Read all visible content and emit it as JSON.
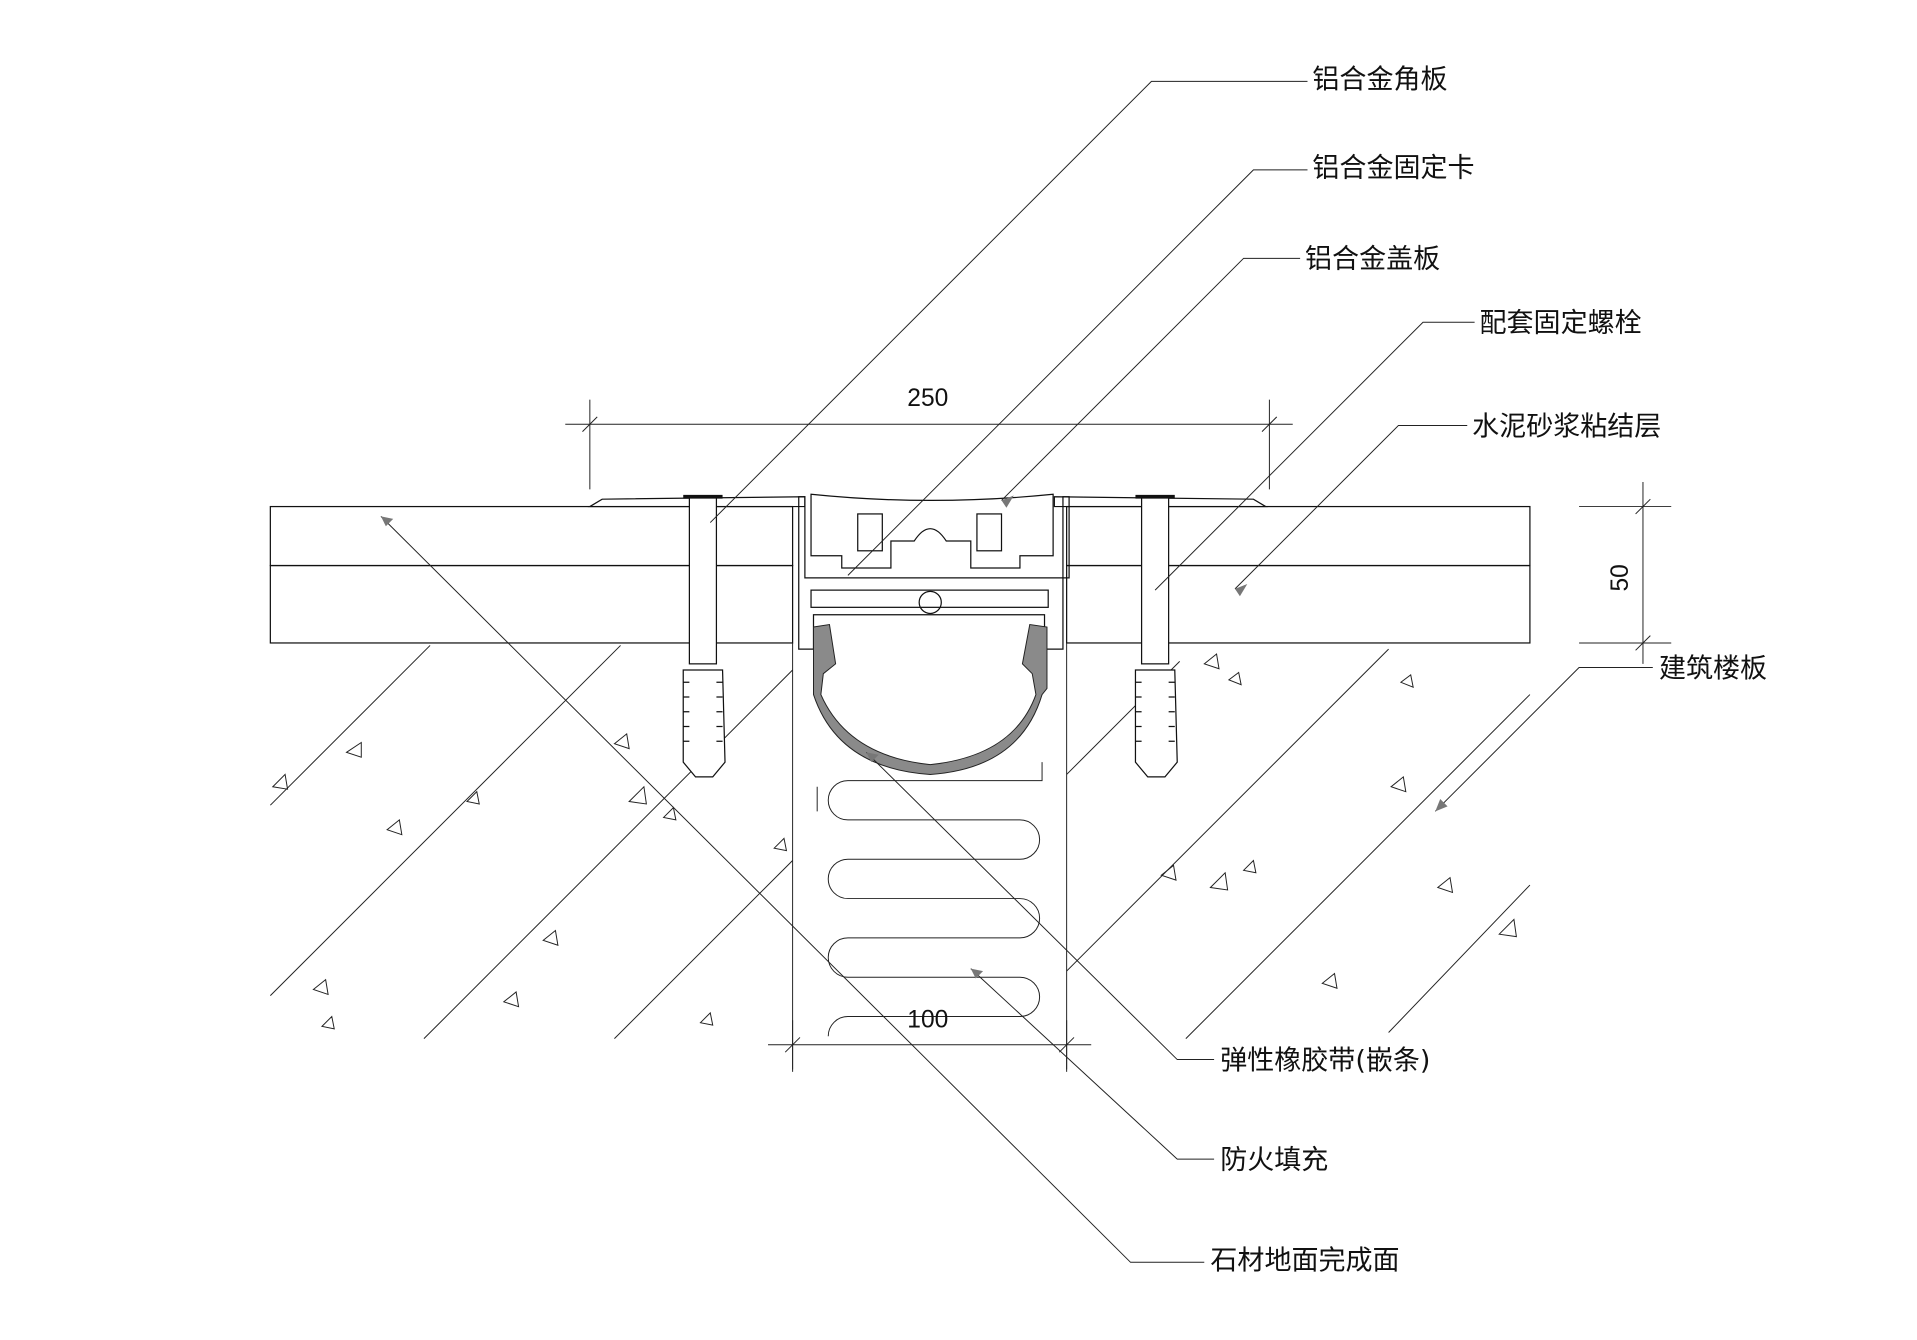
{
  "title": "变形缝节点详图",
  "labels": {
    "aluminum_angle_plate": "铝合金角板",
    "aluminum_fixing_clip": "铝合金固定卡",
    "aluminum_cover_plate": "铝合金盖板",
    "matching_fixing_bolt": "配套固定螺栓",
    "cement_mortar_bonding_layer": "水泥砂浆粘结层",
    "building_floor_slab": "建筑楼板",
    "elastic_rubber_strip": "弹性橡胶带(嵌条)",
    "fire_filling": "防火填充",
    "stone_floor_finish": "石材地面完成面"
  },
  "dimensions": {
    "total_width": "250",
    "gap_width": "100",
    "finish_thickness": "50"
  },
  "colors": {
    "line": "#111111",
    "rubber": "#8a8a8a"
  }
}
